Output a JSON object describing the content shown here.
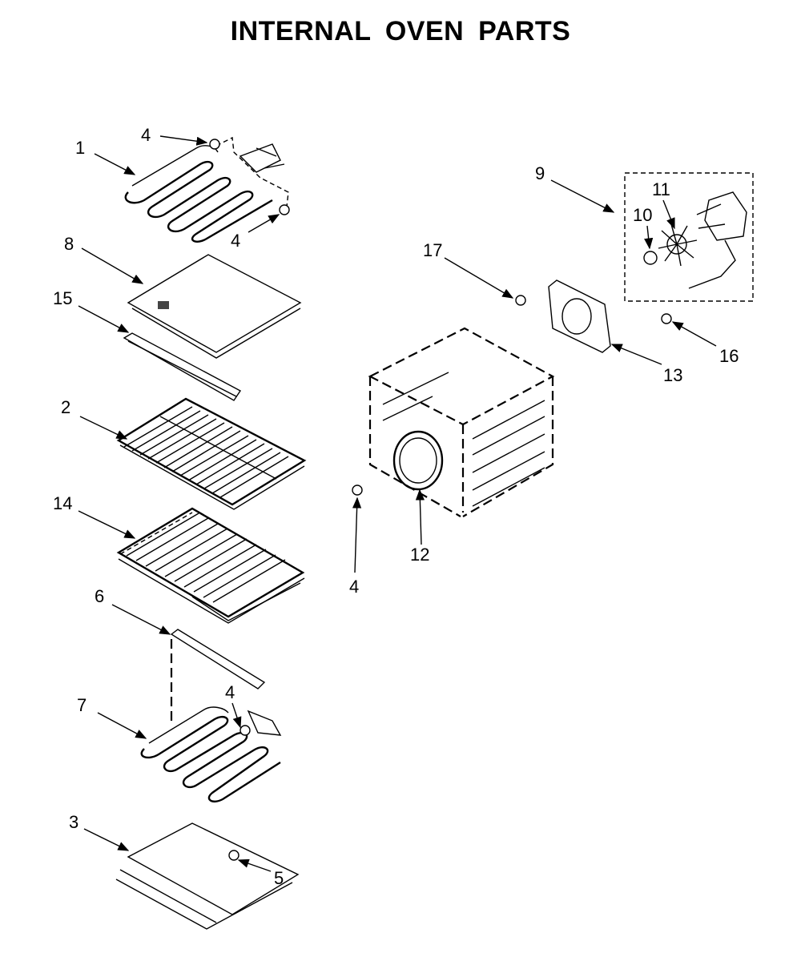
{
  "title": "INTERNAL OVEN PARTS",
  "callouts": {
    "c1": "1",
    "c2": "2",
    "c3": "3",
    "c4a": "4",
    "c4b": "4",
    "c4c": "4",
    "c4d": "4",
    "c5": "5",
    "c6": "6",
    "c7": "7",
    "c8": "8",
    "c9": "9",
    "c10": "10",
    "c11": "11",
    "c12": "12",
    "c13": "13",
    "c14": "14",
    "c15": "15",
    "c16": "16",
    "c17": "17"
  }
}
